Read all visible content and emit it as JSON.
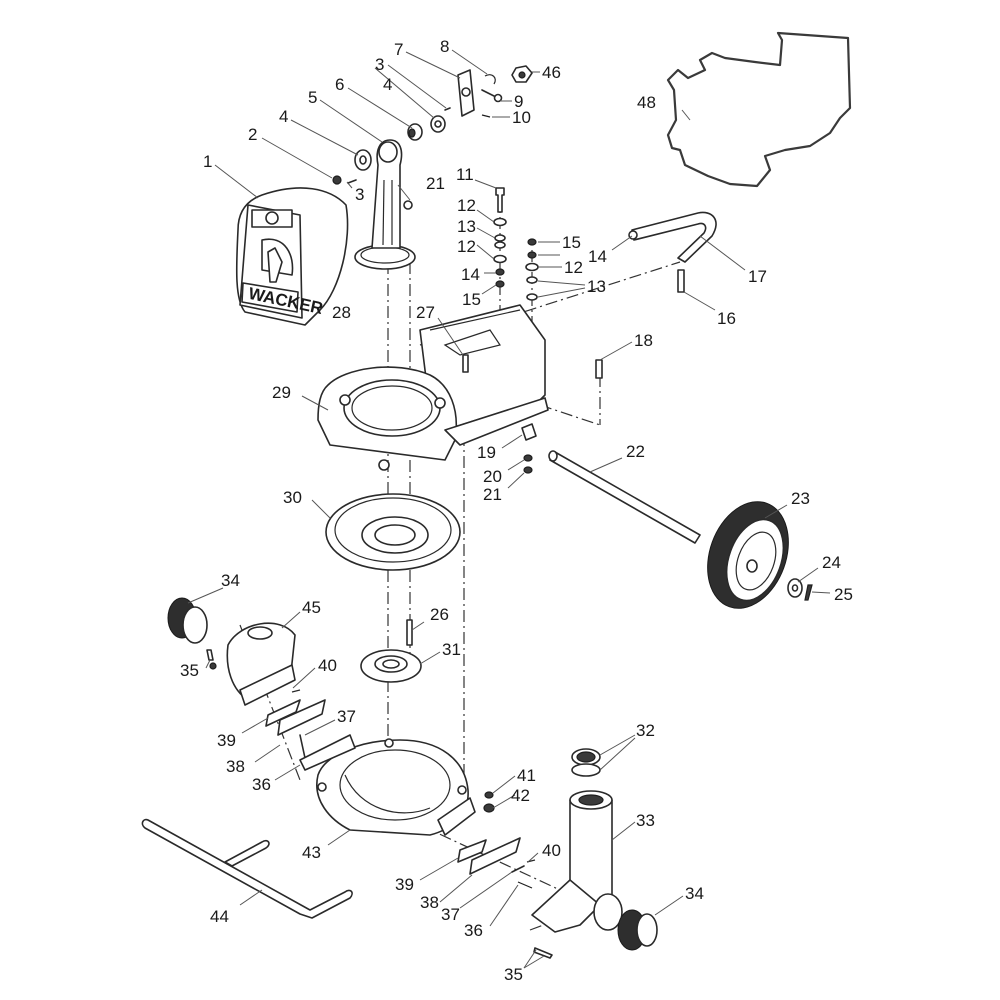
{
  "diagram": {
    "type": "exploded-parts-view",
    "subject": "diaphragm pump assembly",
    "logo_text": "WACKER"
  },
  "callouts": [
    {
      "id": "c1",
      "part": "1"
    },
    {
      "id": "c2",
      "part": "2"
    },
    {
      "id": "c3a",
      "part": "3"
    },
    {
      "id": "c3b",
      "part": "3"
    },
    {
      "id": "c4a",
      "part": "4"
    },
    {
      "id": "c4b",
      "part": "4"
    },
    {
      "id": "c5",
      "part": "5"
    },
    {
      "id": "c6",
      "part": "6"
    },
    {
      "id": "c7",
      "part": "7"
    },
    {
      "id": "c8",
      "part": "8"
    },
    {
      "id": "c9",
      "part": "9"
    },
    {
      "id": "c10",
      "part": "10"
    },
    {
      "id": "c11",
      "part": "11"
    },
    {
      "id": "c12a",
      "part": "12"
    },
    {
      "id": "c12b",
      "part": "12"
    },
    {
      "id": "c12c",
      "part": "12"
    },
    {
      "id": "c13a",
      "part": "13"
    },
    {
      "id": "c13b",
      "part": "13"
    },
    {
      "id": "c14a",
      "part": "14"
    },
    {
      "id": "c14b",
      "part": "14"
    },
    {
      "id": "c15a",
      "part": "15"
    },
    {
      "id": "c15b",
      "part": "15"
    },
    {
      "id": "c16",
      "part": "16"
    },
    {
      "id": "c17",
      "part": "17"
    },
    {
      "id": "c18",
      "part": "18"
    },
    {
      "id": "c19",
      "part": "19"
    },
    {
      "id": "c20",
      "part": "20"
    },
    {
      "id": "c21a",
      "part": "21"
    },
    {
      "id": "c21b",
      "part": "21"
    },
    {
      "id": "c22",
      "part": "22"
    },
    {
      "id": "c23",
      "part": "23"
    },
    {
      "id": "c24",
      "part": "24"
    },
    {
      "id": "c25",
      "part": "25"
    },
    {
      "id": "c26",
      "part": "26"
    },
    {
      "id": "c27",
      "part": "27"
    },
    {
      "id": "c28",
      "part": "28"
    },
    {
      "id": "c29",
      "part": "29"
    },
    {
      "id": "c30",
      "part": "30"
    },
    {
      "id": "c31",
      "part": "31"
    },
    {
      "id": "c32",
      "part": "32"
    },
    {
      "id": "c33",
      "part": "33"
    },
    {
      "id": "c34a",
      "part": "34"
    },
    {
      "id": "c34b",
      "part": "34"
    },
    {
      "id": "c35a",
      "part": "35"
    },
    {
      "id": "c35b",
      "part": "35"
    },
    {
      "id": "c36a",
      "part": "36"
    },
    {
      "id": "c36b",
      "part": "36"
    },
    {
      "id": "c37a",
      "part": "37"
    },
    {
      "id": "c37b",
      "part": "37"
    },
    {
      "id": "c38a",
      "part": "38"
    },
    {
      "id": "c38b",
      "part": "38"
    },
    {
      "id": "c39a",
      "part": "39"
    },
    {
      "id": "c39b",
      "part": "39"
    },
    {
      "id": "c40a",
      "part": "40"
    },
    {
      "id": "c40b",
      "part": "40"
    },
    {
      "id": "c41",
      "part": "41"
    },
    {
      "id": "c42",
      "part": "42"
    },
    {
      "id": "c43",
      "part": "43"
    },
    {
      "id": "c44",
      "part": "44"
    },
    {
      "id": "c45",
      "part": "45"
    },
    {
      "id": "c46",
      "part": "46"
    },
    {
      "id": "c48",
      "part": "48"
    }
  ]
}
